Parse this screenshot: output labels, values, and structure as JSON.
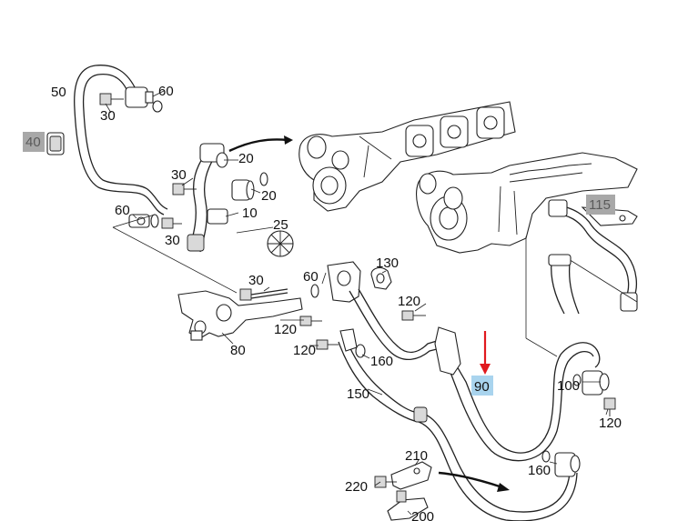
{
  "labels": {
    "p50": "50",
    "p60a": "60",
    "p30a": "30",
    "p40": "40",
    "p30b": "30",
    "p20a": "20",
    "p20b": "20",
    "p10": "10",
    "p60b": "60",
    "p30c": "30",
    "p25": "25",
    "p115": "115",
    "p130": "130",
    "p30d": "30",
    "p60c": "60",
    "p120a": "120",
    "p120b": "120",
    "p120c": "120",
    "p80": "80",
    "p160a": "160",
    "p90": "90",
    "p150": "150",
    "p100": "100",
    "p120d": "120",
    "p210": "210",
    "p160b": "160",
    "p220": "220",
    "p200": "200"
  },
  "colors": {
    "highlight_grey": "#a8a8a8",
    "highlight_blue": "#a9d4ee",
    "arrow_red": "#e0191e",
    "line": "#222222"
  }
}
